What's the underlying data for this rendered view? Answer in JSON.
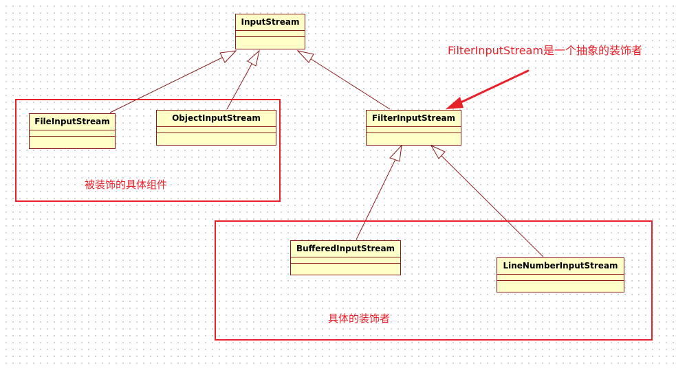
{
  "classes": {
    "input_stream": "InputStream",
    "file_input_stream": "FileInputStream",
    "object_input_stream": "ObjectInputStream",
    "filter_input_stream": "FilterInputStream",
    "buffered_input_stream": "BufferedInputStream",
    "line_number_input_stream": "LineNumberInputStream"
  },
  "annotations": {
    "abstract_decorator": "FilterInputStream是一个抽象的装饰者",
    "concrete_components": "被装饰的具体组件",
    "concrete_decorators": "具体的装饰者"
  },
  "colors": {
    "class_fill": "#ffffc8",
    "class_border": "#8b1a1a",
    "highlight": "#e8202a"
  }
}
